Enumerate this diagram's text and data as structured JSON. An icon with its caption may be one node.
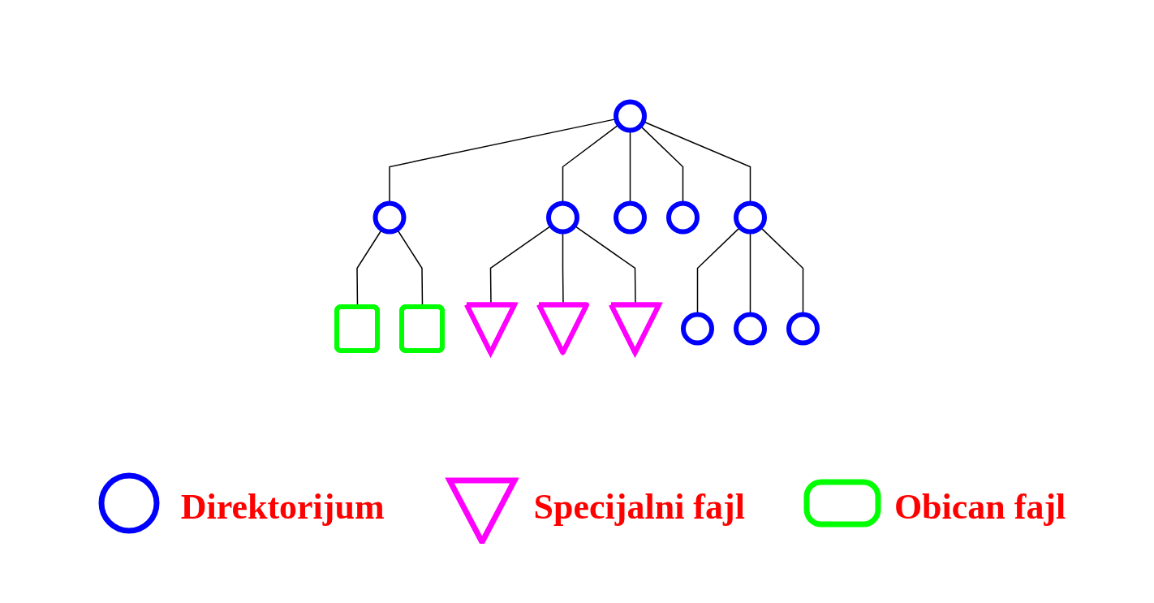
{
  "diagram": {
    "nodes": [
      {
        "text": [],
        "shape": "circle"
      },
      {
        "text": [],
        "shape": "circle"
      },
      {
        "text": [],
        "shape": "circle"
      },
      {
        "text": [],
        "shape": "circle"
      },
      {
        "text": [],
        "shape": "circle"
      },
      {
        "text": [],
        "shape": "circle"
      },
      {
        "text": [],
        "shape": "box"
      },
      {
        "text": [],
        "shape": "box"
      },
      {
        "text": [],
        "shape": "triangle"
      },
      {
        "text": [],
        "shape": "triangle"
      },
      {
        "text": [],
        "shape": "triangle"
      },
      {
        "text": [],
        "shape": "circle"
      },
      {
        "text": [],
        "shape": "circle"
      },
      {
        "text": [],
        "shape": "circle"
      }
    ],
    "edges": [
      {
        "from": 0,
        "to": 1,
        "arrow": "none"
      },
      {
        "from": 0,
        "to": 2,
        "arrow": "none"
      },
      {
        "from": 0,
        "to": 3,
        "arrow": "none"
      },
      {
        "from": 0,
        "to": 4,
        "arrow": "none"
      },
      {
        "from": 0,
        "to": 5,
        "arrow": "none"
      },
      {
        "from": 1,
        "to": 6,
        "arrow": "none"
      },
      {
        "from": 1,
        "to": 7,
        "arrow": "none"
      },
      {
        "from": 2,
        "to": 8,
        "arrow": "none"
      },
      {
        "from": 2,
        "to": 9,
        "arrow": "none"
      },
      {
        "from": 2,
        "to": 10,
        "arrow": "none"
      },
      {
        "from": 5,
        "to": 11,
        "arrow": "none"
      },
      {
        "from": 5,
        "to": 12,
        "arrow": "none"
      },
      {
        "from": 5,
        "to": 13,
        "arrow": "none"
      }
    ],
    "legend": [
      {
        "text": "Direktorijum"
      },
      {
        "text": "Specijalni fajl"
      },
      {
        "text": "Obican fajl"
      }
    ]
  }
}
